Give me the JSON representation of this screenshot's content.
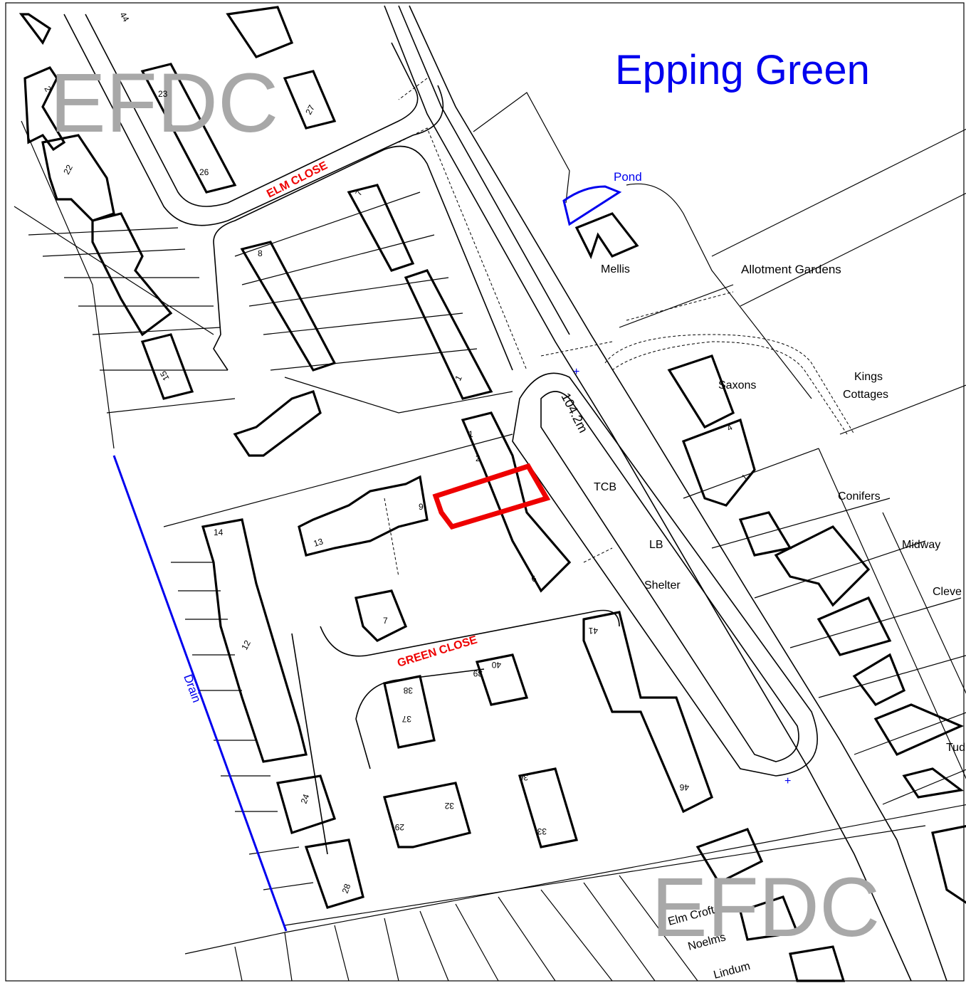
{
  "map": {
    "title": "Epping Green",
    "watermark": "EFDC",
    "colors": {
      "title": "#0000ee",
      "water": "#0000ee",
      "road_label": "#ee0000",
      "site_boundary": "#ee0000",
      "watermark": "#a8a8a8"
    },
    "roads": {
      "elm_close": "ELM CLOSE",
      "green_close": "GREEN CLOSE"
    },
    "features": {
      "pond": "Pond",
      "drain": "Drain",
      "allotment": "Allotment Gardens",
      "spot_height": "104.2m",
      "tcb": "TCB",
      "lb": "LB",
      "shelter": "Shelter"
    },
    "houses": {
      "mellis": "Mellis",
      "saxons": "Saxons",
      "kings_cottages": "Kings Cottages",
      "conifers": "Conifers",
      "midway": "Midway",
      "cleve": "Cleve",
      "tud": "Tud",
      "elm_croft": "Elm Croft",
      "noelms": "Noelms",
      "lindum": "Lindum"
    },
    "house_numbers": [
      "44",
      "2",
      "23",
      "27",
      "22",
      "26",
      "7",
      "8",
      "15",
      "1",
      "1",
      "2",
      "9",
      "14",
      "13",
      "6",
      "7",
      "12",
      "4",
      "1",
      "38",
      "39",
      "40",
      "41",
      "37",
      "24",
      "36",
      "29",
      "32",
      "33",
      "46",
      "28"
    ]
  }
}
